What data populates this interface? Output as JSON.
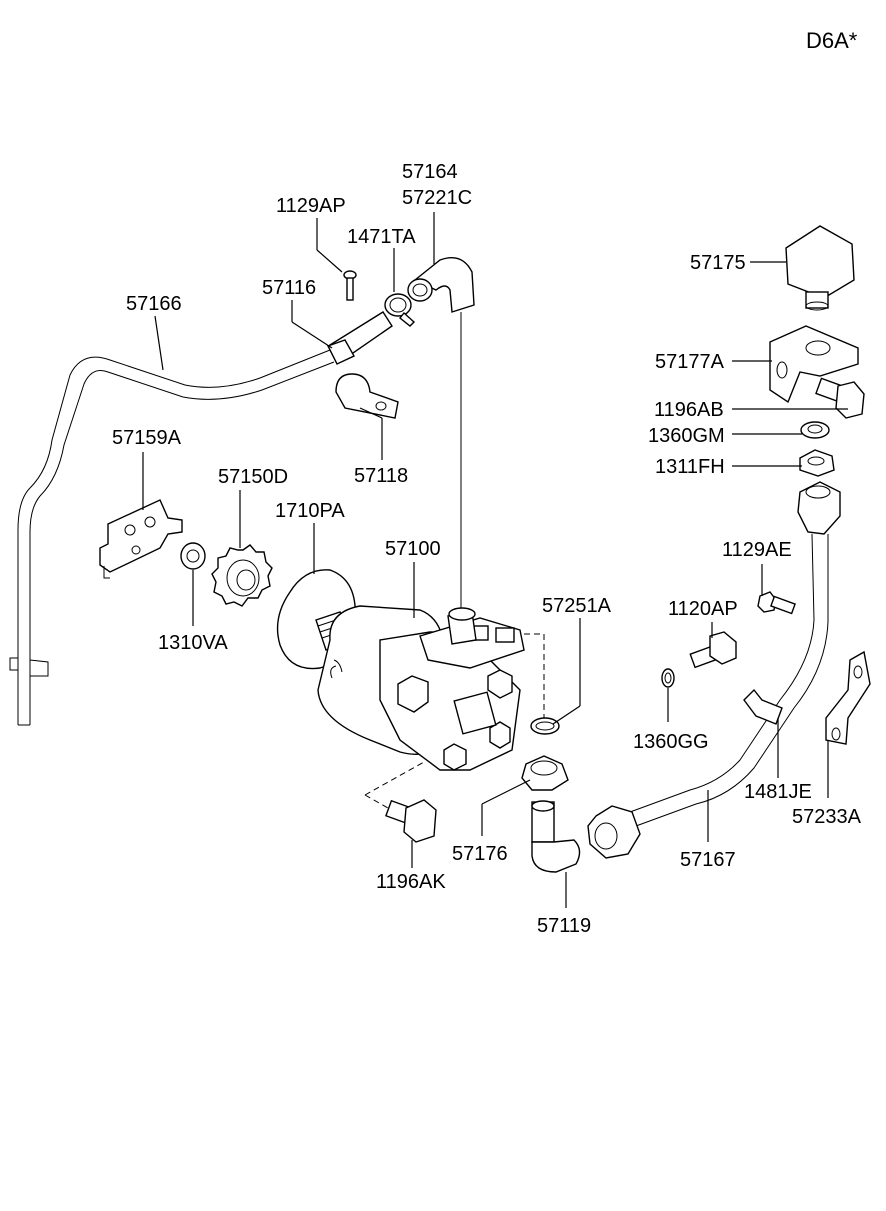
{
  "diagram_code": "D6A*",
  "labels": {
    "p57164": "57164",
    "p57221C": "57221C",
    "p1129AP": "1129AP",
    "p1471TA": "1471TA",
    "p57116": "57116",
    "p57166": "57166",
    "p57118": "57118",
    "p57159A": "57159A",
    "p57150D": "57150D",
    "p1710PA": "1710PA",
    "p57100": "57100",
    "p1310VA": "1310VA",
    "p57251A": "57251A",
    "p57176": "57176",
    "p1196AK": "1196AK",
    "p57119": "57119",
    "p57175": "57175",
    "p57177A": "57177A",
    "p1196AB": "1196AB",
    "p1360GM": "1360GM",
    "p1311FH": "1311FH",
    "p1129AE": "1129AE",
    "p1120AP": "1120AP",
    "p1360GG": "1360GG",
    "p1481JE": "1481JE",
    "p57233A": "57233A",
    "p57167": "57167"
  }
}
